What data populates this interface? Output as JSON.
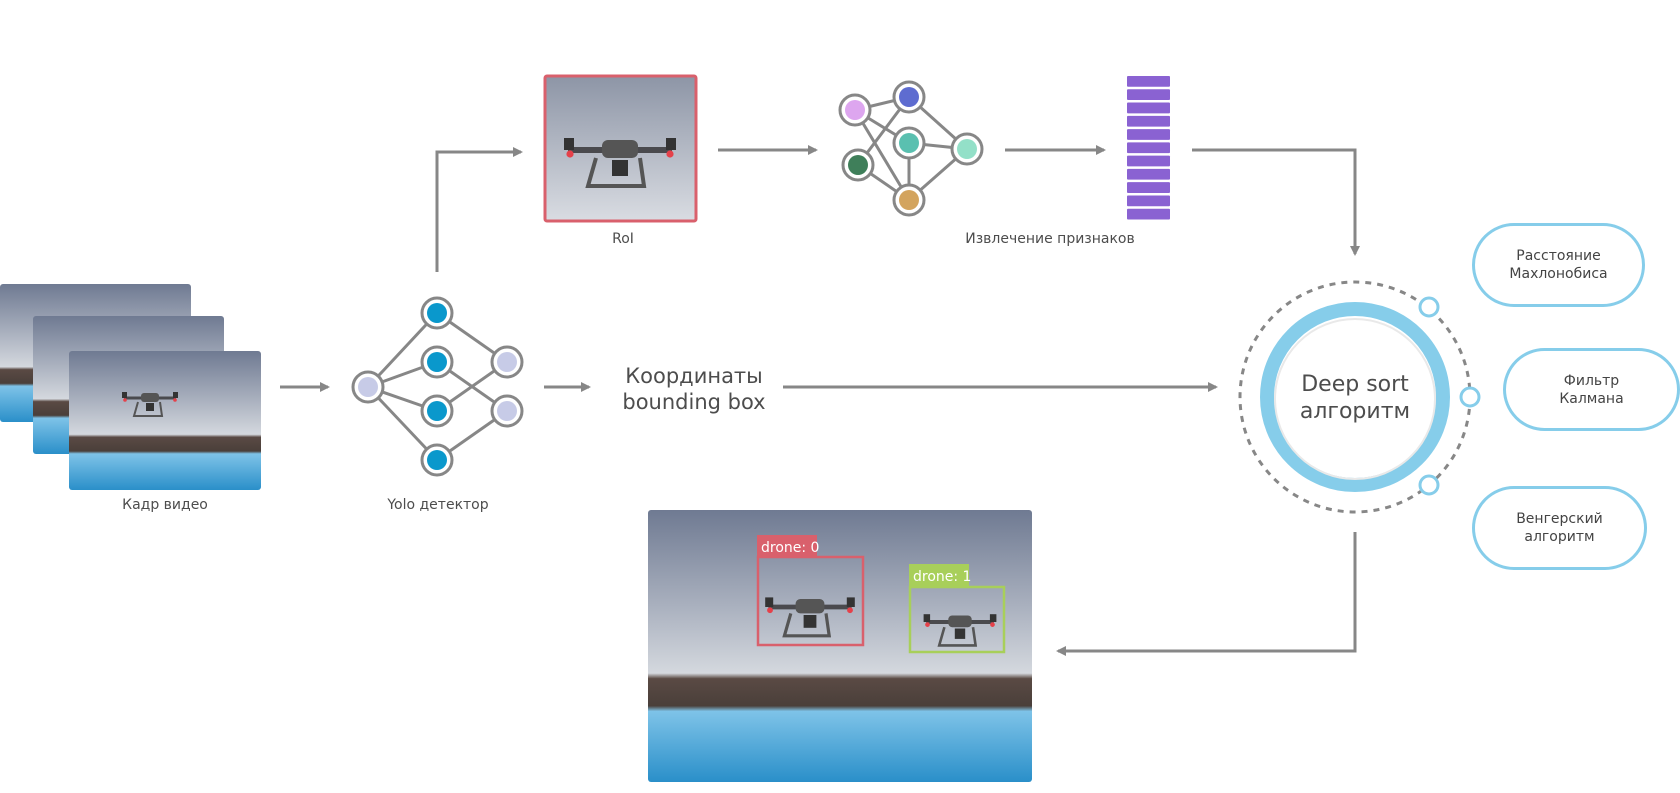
{
  "labels": {
    "video_frame": "Кадр видео",
    "yolo": "Yolo детектор",
    "roi": "RoI",
    "features": "Извлечение признаков",
    "bbox_line1": "Координаты",
    "bbox_line2": "bounding box",
    "deepsort_line1": "Deep sort",
    "deepsort_line2": "алгоритм"
  },
  "components": [
    {
      "line1": "Расстояние",
      "line2": "Махлонобиса"
    },
    {
      "line1": "Фильтр",
      "line2": "Калмана"
    },
    {
      "line1": "Венгерский",
      "line2": "алгоритм"
    }
  ],
  "detections": [
    {
      "label": "drone: 0",
      "color": "#d9606c"
    },
    {
      "label": "drone: 1",
      "color": "#a8cf5a"
    }
  ],
  "feature_vector": {
    "segments": 11,
    "color": "#8a62d2"
  },
  "colors": {
    "arrow": "#878787",
    "ring": "#86cdea",
    "roi_border": "#d9606c",
    "yolo_hidden": "#0a98cc",
    "yolo_io": "#c7cbe7",
    "feature_nodes": [
      "#dda6ef",
      "#5e6cd0",
      "#3f7f5a",
      "#5ac0b0",
      "#93e0c8",
      "#d3a45e"
    ]
  }
}
